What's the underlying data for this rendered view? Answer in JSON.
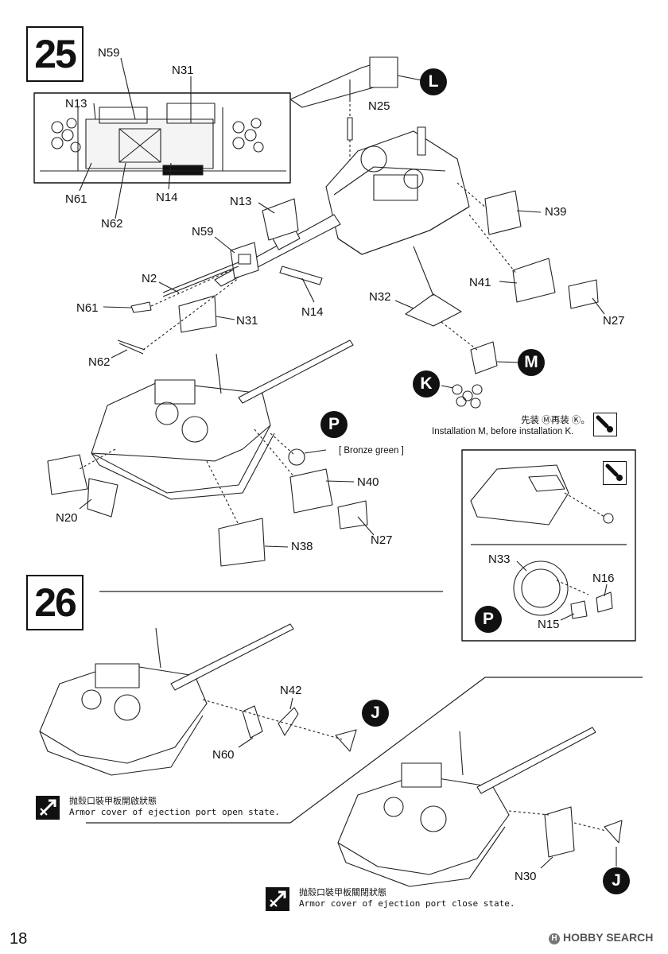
{
  "steps": {
    "s25": "25",
    "s26": "26"
  },
  "labels": {
    "n59_inset": "N59",
    "n31_inset": "N31",
    "n13_inset": "N13",
    "n61_inset": "N61",
    "n62_inset": "N62",
    "n14_inset": "N14",
    "n25": "N25",
    "n13": "N13",
    "n39": "N39",
    "n59": "N59",
    "n2": "N2",
    "n41": "N41",
    "n32": "N32",
    "n61": "N61",
    "n31": "N31",
    "n14": "N14",
    "n27a": "N27",
    "n62": "N62",
    "n40": "N40",
    "n20": "N20",
    "n27b": "N27",
    "n38": "N38",
    "n33": "N33",
    "n16": "N16",
    "n15": "N15",
    "n42": "N42",
    "n60": "N60",
    "n30": "N30"
  },
  "callouts": {
    "L": "L",
    "M": "M",
    "K": "K",
    "P1": "P",
    "P2": "P",
    "J1": "J",
    "J2": "J"
  },
  "notes": {
    "install_jp": "先装 Ⓜ再装 Ⓚ。",
    "install_en": "Installation M, before installation K.",
    "bronze": "[ Bronze green ]",
    "open_jp": "抛殼口裝甲板開啟狀態",
    "open_en": "Armor cover of ejection port open state.",
    "close_jp": "抛殼口裝甲板關閉狀態",
    "close_en": "Armor cover of ejection port close state."
  },
  "footer": {
    "page": "18",
    "watermark": "HOBBY SEARCH"
  }
}
